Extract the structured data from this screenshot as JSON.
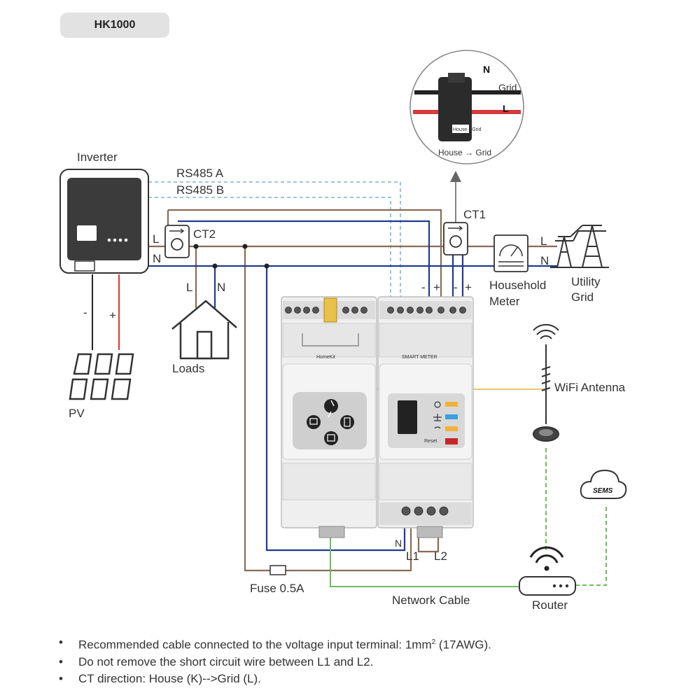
{
  "title": "HK1000",
  "labels": {
    "inverter": "Inverter",
    "rs485a": "RS485 A",
    "rs485b": "RS485 B",
    "ct1": "CT1",
    "ct2": "CT2",
    "l_inv": "L",
    "n_inv": "N",
    "pv_minus": "-",
    "pv_plus": "+",
    "pv": "PV",
    "loads_l": "L",
    "loads_n": "N",
    "loads": "Loads",
    "household_meter_1": "Household",
    "household_meter_2": "Meter",
    "utility_grid_1": "Utility",
    "utility_grid_2": "Grid",
    "grid_l": "L",
    "grid_n": "N",
    "term_minus_1": "-",
    "term_plus_1": "+",
    "term_minus_2": "-",
    "term_plus_2": "+",
    "homekit": "HomeKit",
    "smart_meter": "SMART METER",
    "reset": "Reset",
    "wifi_antenna": "WiFi Antenna",
    "sems": "SEMS",
    "router": "Router",
    "network_cable": "Network Cable",
    "fuse": "Fuse 0.5A",
    "n_bottom": "N",
    "l1": "L1",
    "l2": "L2",
    "ct_detail_n": "N",
    "ct_detail_grid": "Grid",
    "ct_detail_l": "L",
    "ct_detail_house": "House → Grid",
    "ct_detail_sticker": "House→Grid"
  },
  "notes": {
    "n1_pre": "Recommended cable connected to the voltage input terminal: 1mm",
    "n1_sup": "2",
    "n1_post": " (17AWG).",
    "n2": "Do not  remove the short circuit wire between L1 and L2.",
    "n3": "CT direction: House (K)-->Grid (L)."
  },
  "colors": {
    "wire_l": "#8b6a55",
    "wire_n": "#1f3b8f",
    "rs485": "#7fb2d9",
    "pv_red": "#d63a3a",
    "pv_black": "#222222",
    "antenna": "#e8c86a",
    "network": "#6bbf59",
    "led_yellow": "#f2b13a",
    "led_blue": "#3aa0e0"
  },
  "icons": [
    "inverter-icon",
    "ct-clamp-icon",
    "house-icon",
    "solar-panel-icon",
    "meter-icon",
    "pylon-icon",
    "antenna-icon",
    "cloud-icon",
    "router-icon",
    "wifi-icon",
    "fuse-icon"
  ]
}
